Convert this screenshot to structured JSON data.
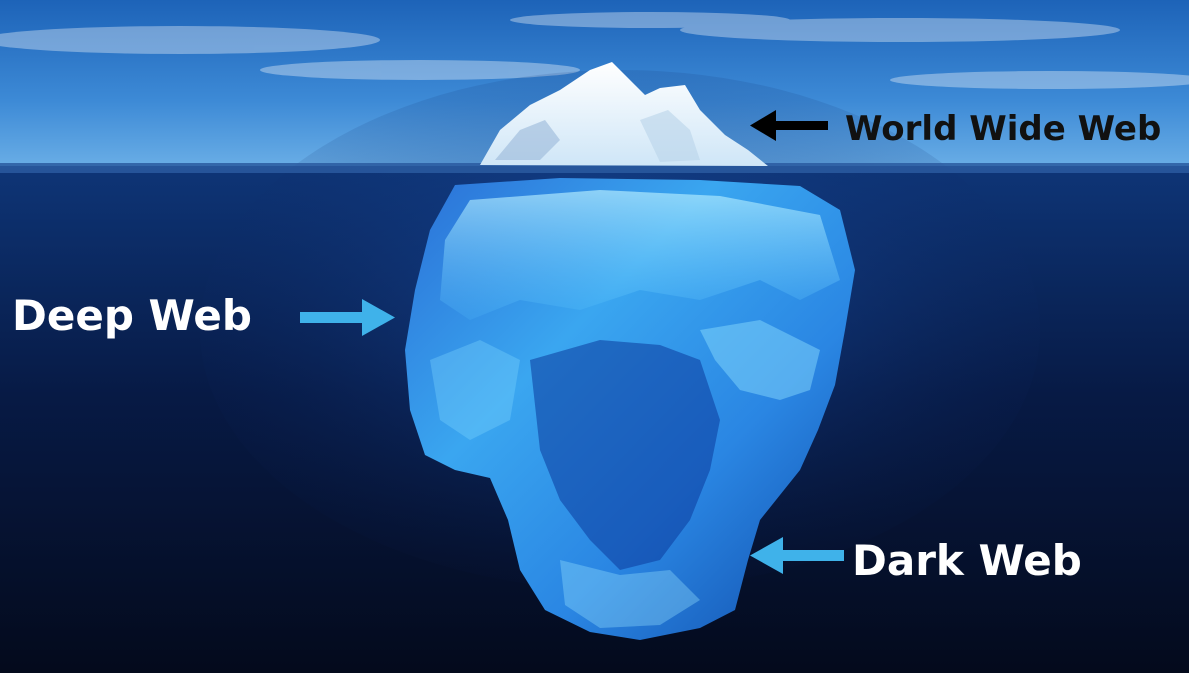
{
  "labels": {
    "surface": "World Wide Web",
    "middle": "Deep Web",
    "bottom": "Dark Web"
  },
  "colors": {
    "sky_top": "#1f6fc2",
    "sky_bottom": "#6aaee6",
    "sea_top": "#0c2f6e",
    "sea_bottom": "#050d22",
    "ice_light": "#9ee3ff",
    "ice_mid": "#2e8fe0",
    "ice_dark": "#0d3fa8",
    "snow": "#f4fbff",
    "arrow_surface": "#000000",
    "arrow_blue": "#3fb2ea",
    "text_surface": "#111111",
    "text_under": "#ffffff"
  },
  "icons": {
    "surface_arrow": "left-arrow-icon",
    "deep_arrow": "right-arrow-icon",
    "dark_arrow": "left-arrow-icon"
  }
}
